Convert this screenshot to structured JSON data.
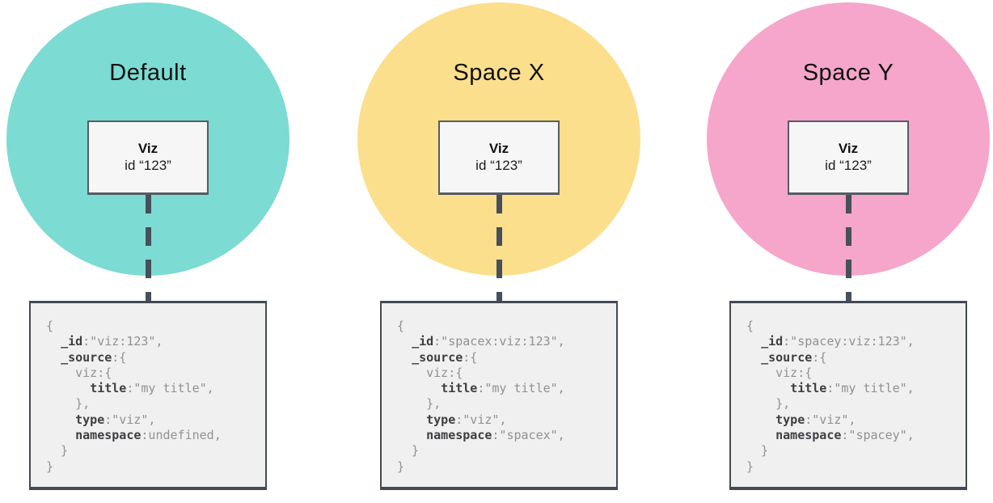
{
  "diagram": {
    "columns": [
      {
        "title": "Default",
        "circle_color": "#7CDBD2",
        "node": {
          "name": "Viz",
          "id_line": "id “123”"
        },
        "code_lines": [
          [
            {
              "c": "p",
              "t": "{"
            }
          ],
          [
            {
              "c": "p",
              "t": "  "
            },
            {
              "c": "k",
              "t": "_id"
            },
            {
              "c": "p",
              "t": ":\"viz:123\","
            }
          ],
          [
            {
              "c": "p",
              "t": "  "
            },
            {
              "c": "k",
              "t": "_source"
            },
            {
              "c": "p",
              "t": ":{"
            }
          ],
          [
            {
              "c": "p",
              "t": "    viz:{"
            }
          ],
          [
            {
              "c": "p",
              "t": "      "
            },
            {
              "c": "k",
              "t": "title"
            },
            {
              "c": "p",
              "t": ":\"my title\","
            }
          ],
          [
            {
              "c": "p",
              "t": "    },"
            }
          ],
          [
            {
              "c": "p",
              "t": "    "
            },
            {
              "c": "k",
              "t": "type"
            },
            {
              "c": "p",
              "t": ":\"viz\","
            }
          ],
          [
            {
              "c": "p",
              "t": "    "
            },
            {
              "c": "k",
              "t": "namespace"
            },
            {
              "c": "p",
              "t": ":undefined,"
            }
          ],
          [
            {
              "c": "p",
              "t": "  }"
            }
          ],
          [
            {
              "c": "p",
              "t": "}"
            }
          ]
        ]
      },
      {
        "title": "Space X",
        "circle_color": "#FBDF8C",
        "node": {
          "name": "Viz",
          "id_line": "id “123”"
        },
        "code_lines": [
          [
            {
              "c": "p",
              "t": "{"
            }
          ],
          [
            {
              "c": "p",
              "t": "  "
            },
            {
              "c": "k",
              "t": "_id"
            },
            {
              "c": "p",
              "t": ":\"spacex:viz:123\","
            }
          ],
          [
            {
              "c": "p",
              "t": "  "
            },
            {
              "c": "k",
              "t": "_source"
            },
            {
              "c": "p",
              "t": ":{"
            }
          ],
          [
            {
              "c": "p",
              "t": "    viz:{"
            }
          ],
          [
            {
              "c": "p",
              "t": "      "
            },
            {
              "c": "k",
              "t": "title"
            },
            {
              "c": "p",
              "t": ":\"my title\","
            }
          ],
          [
            {
              "c": "p",
              "t": "    },"
            }
          ],
          [
            {
              "c": "p",
              "t": "    "
            },
            {
              "c": "k",
              "t": "type"
            },
            {
              "c": "p",
              "t": ":\"viz\","
            }
          ],
          [
            {
              "c": "p",
              "t": "    "
            },
            {
              "c": "k",
              "t": "namespace"
            },
            {
              "c": "p",
              "t": ":\"spacex\","
            }
          ],
          [
            {
              "c": "p",
              "t": "  }"
            }
          ],
          [
            {
              "c": "p",
              "t": "}"
            }
          ]
        ]
      },
      {
        "title": "Space Y",
        "circle_color": "#F5A6CA",
        "node": {
          "name": "Viz",
          "id_line": "id “123”"
        },
        "code_lines": [
          [
            {
              "c": "p",
              "t": "{"
            }
          ],
          [
            {
              "c": "p",
              "t": "  "
            },
            {
              "c": "k",
              "t": "_id"
            },
            {
              "c": "p",
              "t": ":\"spacey:viz:123\","
            }
          ],
          [
            {
              "c": "p",
              "t": "  "
            },
            {
              "c": "k",
              "t": "_source"
            },
            {
              "c": "p",
              "t": ":{"
            }
          ],
          [
            {
              "c": "p",
              "t": "    viz:{"
            }
          ],
          [
            {
              "c": "p",
              "t": "      "
            },
            {
              "c": "k",
              "t": "title"
            },
            {
              "c": "p",
              "t": ":\"my title\","
            }
          ],
          [
            {
              "c": "p",
              "t": "    },"
            }
          ],
          [
            {
              "c": "p",
              "t": "    "
            },
            {
              "c": "k",
              "t": "type"
            },
            {
              "c": "p",
              "t": ":\"viz\","
            }
          ],
          [
            {
              "c": "p",
              "t": "    "
            },
            {
              "c": "k",
              "t": "namespace"
            },
            {
              "c": "p",
              "t": ":\"spacey\","
            }
          ],
          [
            {
              "c": "p",
              "t": "  }"
            }
          ],
          [
            {
              "c": "p",
              "t": "}"
            }
          ]
        ]
      }
    ]
  }
}
